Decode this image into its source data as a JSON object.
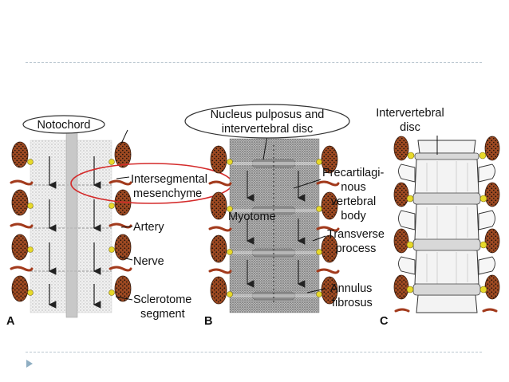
{
  "figure": {
    "panels": [
      {
        "letter": "A",
        "labels": {
          "notochord": "Notochord",
          "intersegmental_1": "Intersegmental",
          "intersegmental_2": "mesenchyme",
          "artery": "Artery",
          "nerve": "Nerve",
          "sclerotome_1": "Sclerotome",
          "sclerotome_2": "segment"
        }
      },
      {
        "letter": "B",
        "labels": {
          "nucleus_1": "Nucleus pulposus and",
          "nucleus_2": "intervertebral disc",
          "myotome": "Myotome",
          "precart_1": "Precartilagi-",
          "precart_2": "nous",
          "precart_3": "vertebral",
          "precart_4": "body",
          "transverse_1": "Transverse",
          "transverse_2": "process",
          "annulus_1": "Annulus",
          "annulus_2": "fibrosus"
        }
      },
      {
        "letter": "C",
        "labels": {
          "ivdisc_1": "Intervertebral",
          "ivdisc_2": "disc"
        }
      }
    ],
    "colors": {
      "myotome_fill": "#9e4a22",
      "ganglion_yellow": "#e7d92a",
      "artery_red": "#a23a1c",
      "highlight_red": "#d42a2a",
      "bullet_blue": "#8faec2"
    }
  }
}
